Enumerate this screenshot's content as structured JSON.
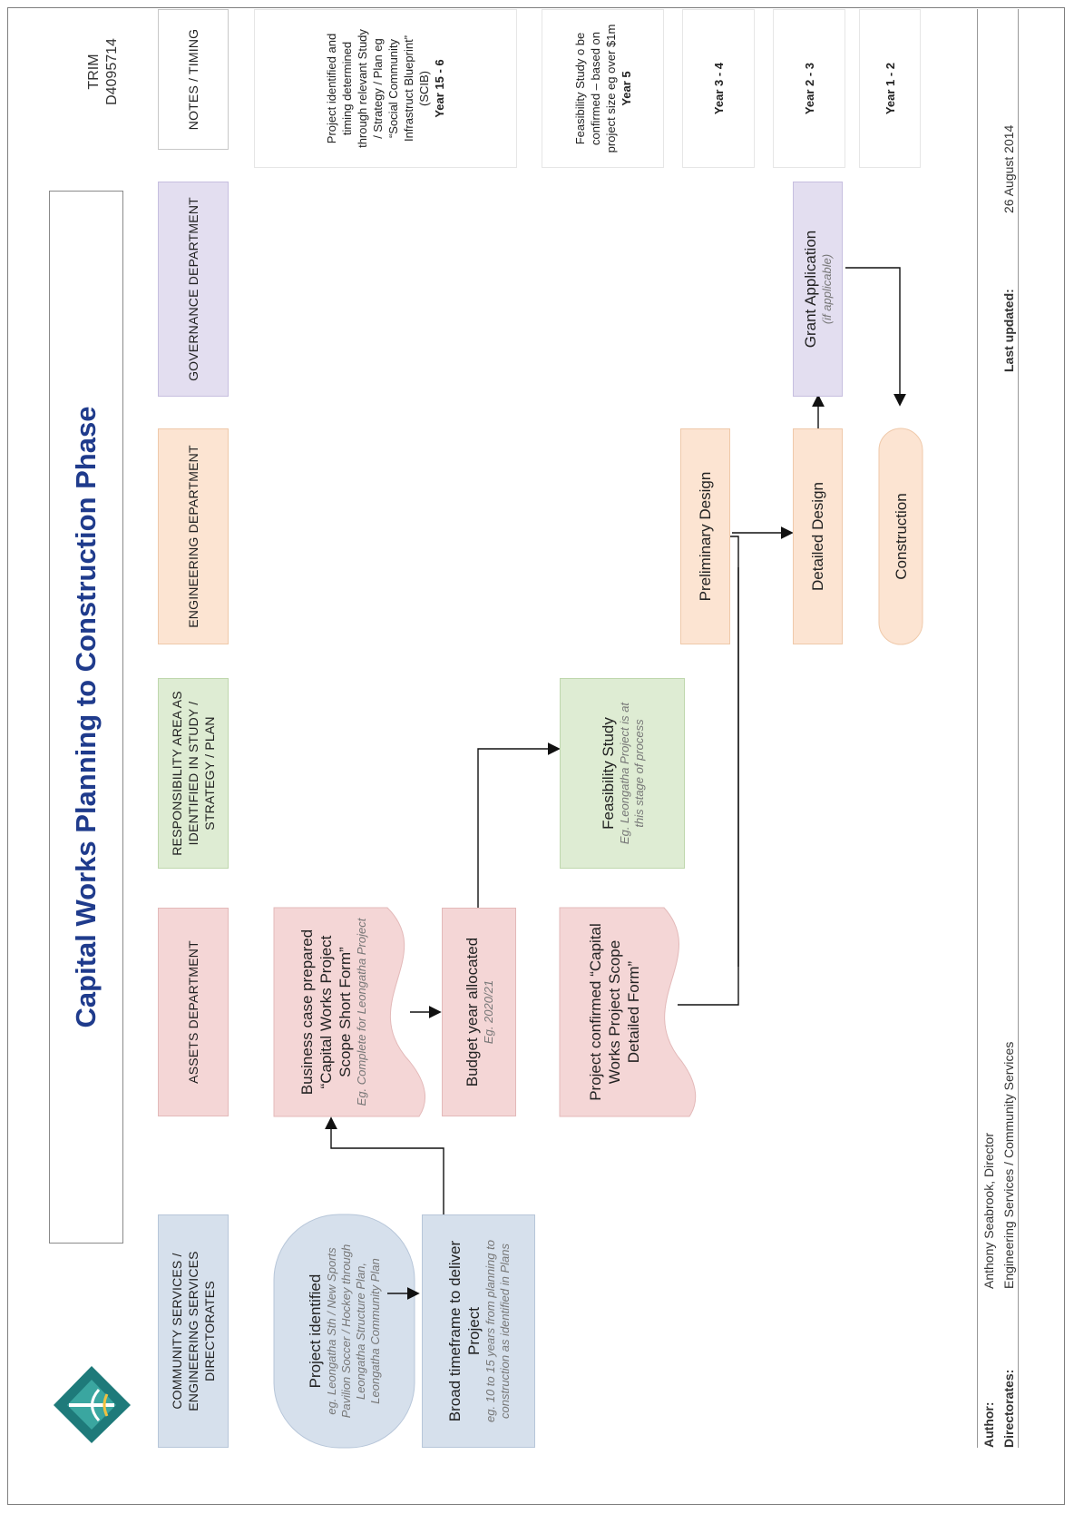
{
  "title": "Capital Works Planning to Construction Phase",
  "trim": {
    "line1": "TRIM",
    "line2": "D4095714"
  },
  "lanes": {
    "community": "COMMUNITY SERVICES / ENGINEERING SERVICES DIRECTORATES",
    "assets": "ASSETS DEPARTMENT",
    "responsibility": "RESPONSIBILITY AREA AS IDENTIFIED IN STUDY / STRATEGY / PLAN",
    "engineering": "ENGINEERING DEPARTMENT",
    "governance": "GOVERNANCE DEPARTMENT",
    "notes": "NOTES / TIMING"
  },
  "nodes": {
    "project_identified": {
      "title": "Project identified",
      "sub": "eg. Leongatha Sth / New Sports Pavilion Soccer / Hockey through Leongatha Structure Plan, Leongatha Community Plan"
    },
    "broad_timeframe": {
      "title": "Broad timeframe to deliver Project",
      "sub": "eg. 10 to 15 years from planning to construction as identified in Plans"
    },
    "business_case": {
      "title": "Business case prepared “Capital Works Project Scope Short Form”",
      "sub": "Eg. Complete for Leongatha Project"
    },
    "budget_year": {
      "title": "Budget year allocated",
      "sub": "Eg. 2020/21"
    },
    "feasibility": {
      "title": "Feasibility Study",
      "sub": "Eg. Leongatha Project is at this stage of process"
    },
    "project_confirmed": {
      "title": "Project confirmed “Capital Works Project Scope Detailed Form”",
      "sub": ""
    },
    "preliminary_design": {
      "title": "Preliminary Design"
    },
    "detailed_design": {
      "title": "Detailed Design"
    },
    "construction": {
      "title": "Construction"
    },
    "grant_application": {
      "title": "Grant Application",
      "sub": "(if applicable)"
    }
  },
  "notes": {
    "n1_text": "Project identified and timing determined through relevant Study / Strategy / Plan eg “Social Community Infrastruct Blueprint” (SCIB)",
    "n1_year": "Year 15 - 6",
    "n2_text": "Feasibility Study o be confirmed – based on project size eg over $1m",
    "n2_year": "Year 5",
    "n3_year": "Year 3 - 4",
    "n4_year": "Year 2 - 3",
    "n5_year": "Year 1 - 2"
  },
  "footer": {
    "author_label": "Author:",
    "author_value": "Anthony Seabrook, Director",
    "directorates_label": "Directorates:",
    "directorates_value": "Engineering Services / Community Services",
    "updated_label": "Last updated:",
    "updated_value": "26 August 2014"
  },
  "colors": {
    "title": "#1f3b8c",
    "community": "#d6e0ec",
    "assets": "#f4d6d6",
    "responsibility": "#deecd3",
    "engineering": "#fce4d2",
    "governance": "#e3def0"
  },
  "logo": {
    "icon": "council-logo-icon"
  }
}
